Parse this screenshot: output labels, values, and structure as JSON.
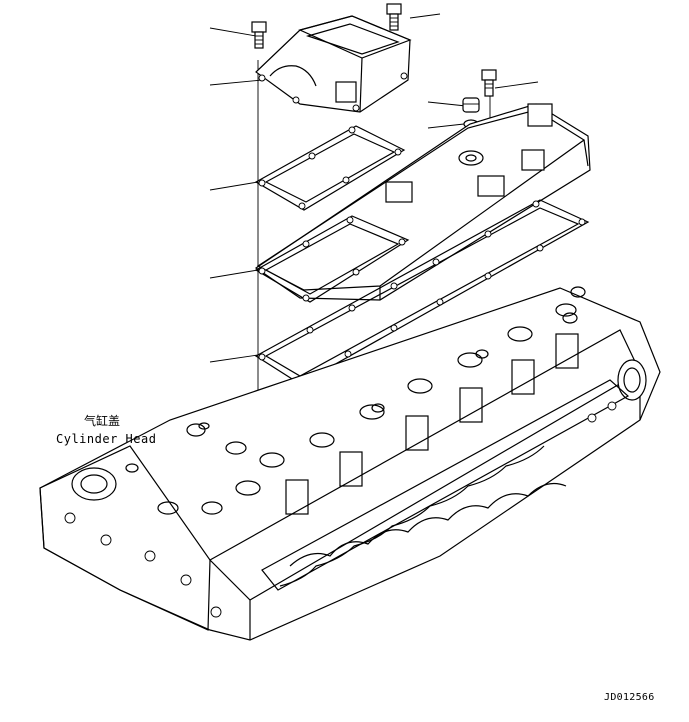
{
  "labels": {
    "part_name_cn": "气缸盖",
    "part_name_en": "Cylinder Head",
    "drawing_code": "JD012566"
  }
}
